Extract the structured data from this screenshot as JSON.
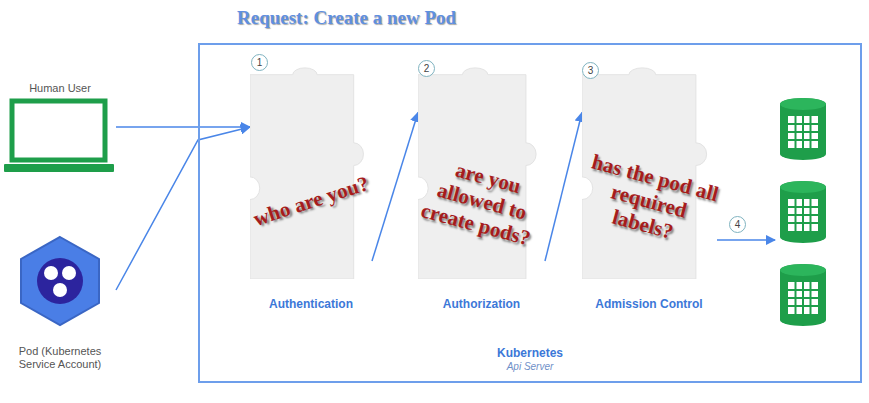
{
  "diagram": {
    "title": "Request: Create a new Pod",
    "nodes": [
      {
        "text": [
          "Human User"
        ]
      },
      {
        "text": [
          "Pod (Kubernetes Service Account)"
        ]
      },
      {
        "text": [
          "Kubernetes",
          "Api Server"
        ]
      },
      {
        "text": [
          "who are you?",
          "Authentication"
        ],
        "in": 2
      },
      {
        "text": [
          "are you allowed to create pods?",
          "Authorization"
        ],
        "in": 2
      },
      {
        "text": [
          "has the pod all required labels?",
          "Admission Control"
        ],
        "in": 2
      }
    ],
    "edges": [
      {
        "from": 0,
        "to": 3,
        "arrow": "to"
      },
      {
        "from": 1,
        "to": 3,
        "arrow": "to"
      },
      {
        "from": 3,
        "to": 4,
        "arrow": "to"
      },
      {
        "from": 4,
        "to": 5,
        "arrow": "to"
      }
    ],
    "labels": [
      "1",
      "2",
      "3",
      "4"
    ]
  }
}
